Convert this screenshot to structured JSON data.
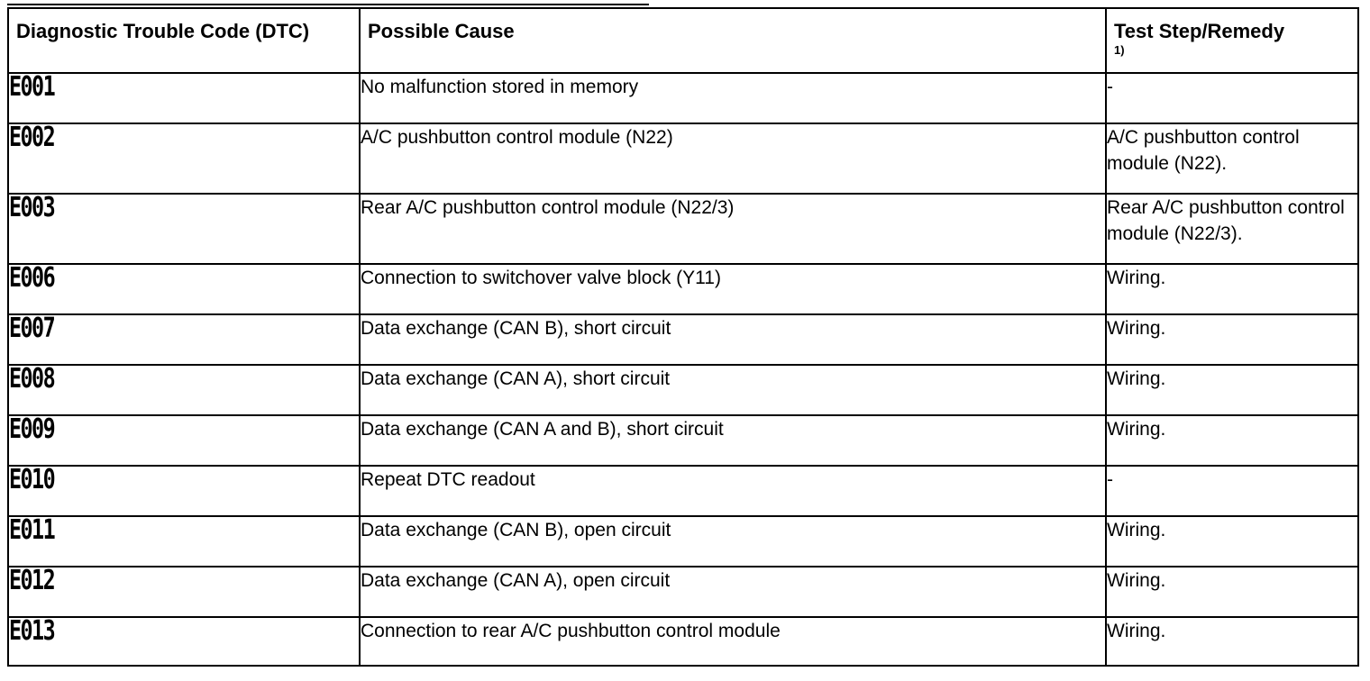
{
  "table": {
    "headers": {
      "code": "Diagnostic Trouble Code (DTC)",
      "cause": "Possible Cause",
      "remedy": "Test Step/Remedy",
      "remedy_footnote": "1)"
    },
    "rows": [
      {
        "code": "E001",
        "cause": "No malfunction stored in memory",
        "remedy": "-"
      },
      {
        "code": "E002",
        "cause": "A/C pushbutton control module (N22)",
        "remedy": "A/C pushbutton control module (N22)."
      },
      {
        "code": "E003",
        "cause": "Rear A/C pushbutton control module (N22/3)",
        "remedy": "Rear A/C pushbutton control module (N22/3)."
      },
      {
        "code": "E006",
        "cause": "Connection to switchover valve block (Y11)",
        "remedy": "Wiring."
      },
      {
        "code": "E007",
        "cause": "Data exchange (CAN B), short circuit",
        "remedy": "Wiring."
      },
      {
        "code": "E008",
        "cause": "Data exchange (CAN A), short circuit",
        "remedy": "Wiring."
      },
      {
        "code": "E009",
        "cause": "Data exchange (CAN A and B), short circuit",
        "remedy": "Wiring."
      },
      {
        "code": "E010",
        "cause": "Repeat DTC readout",
        "remedy": "-"
      },
      {
        "code": "E011",
        "cause": "Data exchange (CAN B), open circuit",
        "remedy": "Wiring."
      },
      {
        "code": "E012",
        "cause": "Data exchange (CAN A), open circuit",
        "remedy": "Wiring."
      },
      {
        "code": "E013",
        "cause": "Connection to rear A/C pushbutton control module",
        "remedy": "Wiring."
      }
    ]
  }
}
